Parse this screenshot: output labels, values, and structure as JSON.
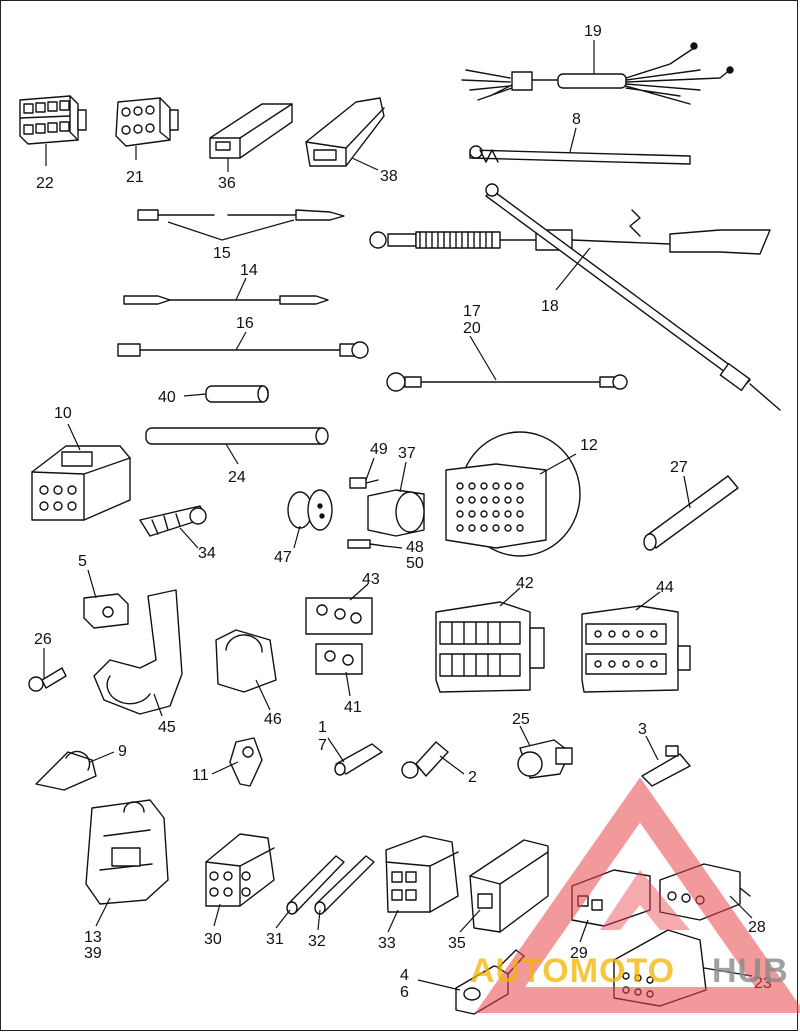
{
  "labels": [
    "22",
    "21",
    "36",
    "38",
    "19",
    "8",
    "15",
    "14",
    "18",
    "16",
    "17",
    "20",
    "40",
    "10",
    "24",
    "49",
    "37",
    "12",
    "27",
    "34",
    "47",
    "48",
    "50",
    "5",
    "43",
    "42",
    "44",
    "26",
    "45",
    "46",
    "41",
    "1",
    "7",
    "25",
    "3",
    "9",
    "11",
    "2",
    "13",
    "39",
    "30",
    "31",
    "32",
    "33",
    "35",
    "29",
    "28",
    "23",
    "4",
    "6"
  ],
  "watermark": {
    "brand_left": "AUTOMOTO",
    "brand_right": "HUB",
    "color_triangle": "#e8454a",
    "color_text": "#f4b400"
  }
}
